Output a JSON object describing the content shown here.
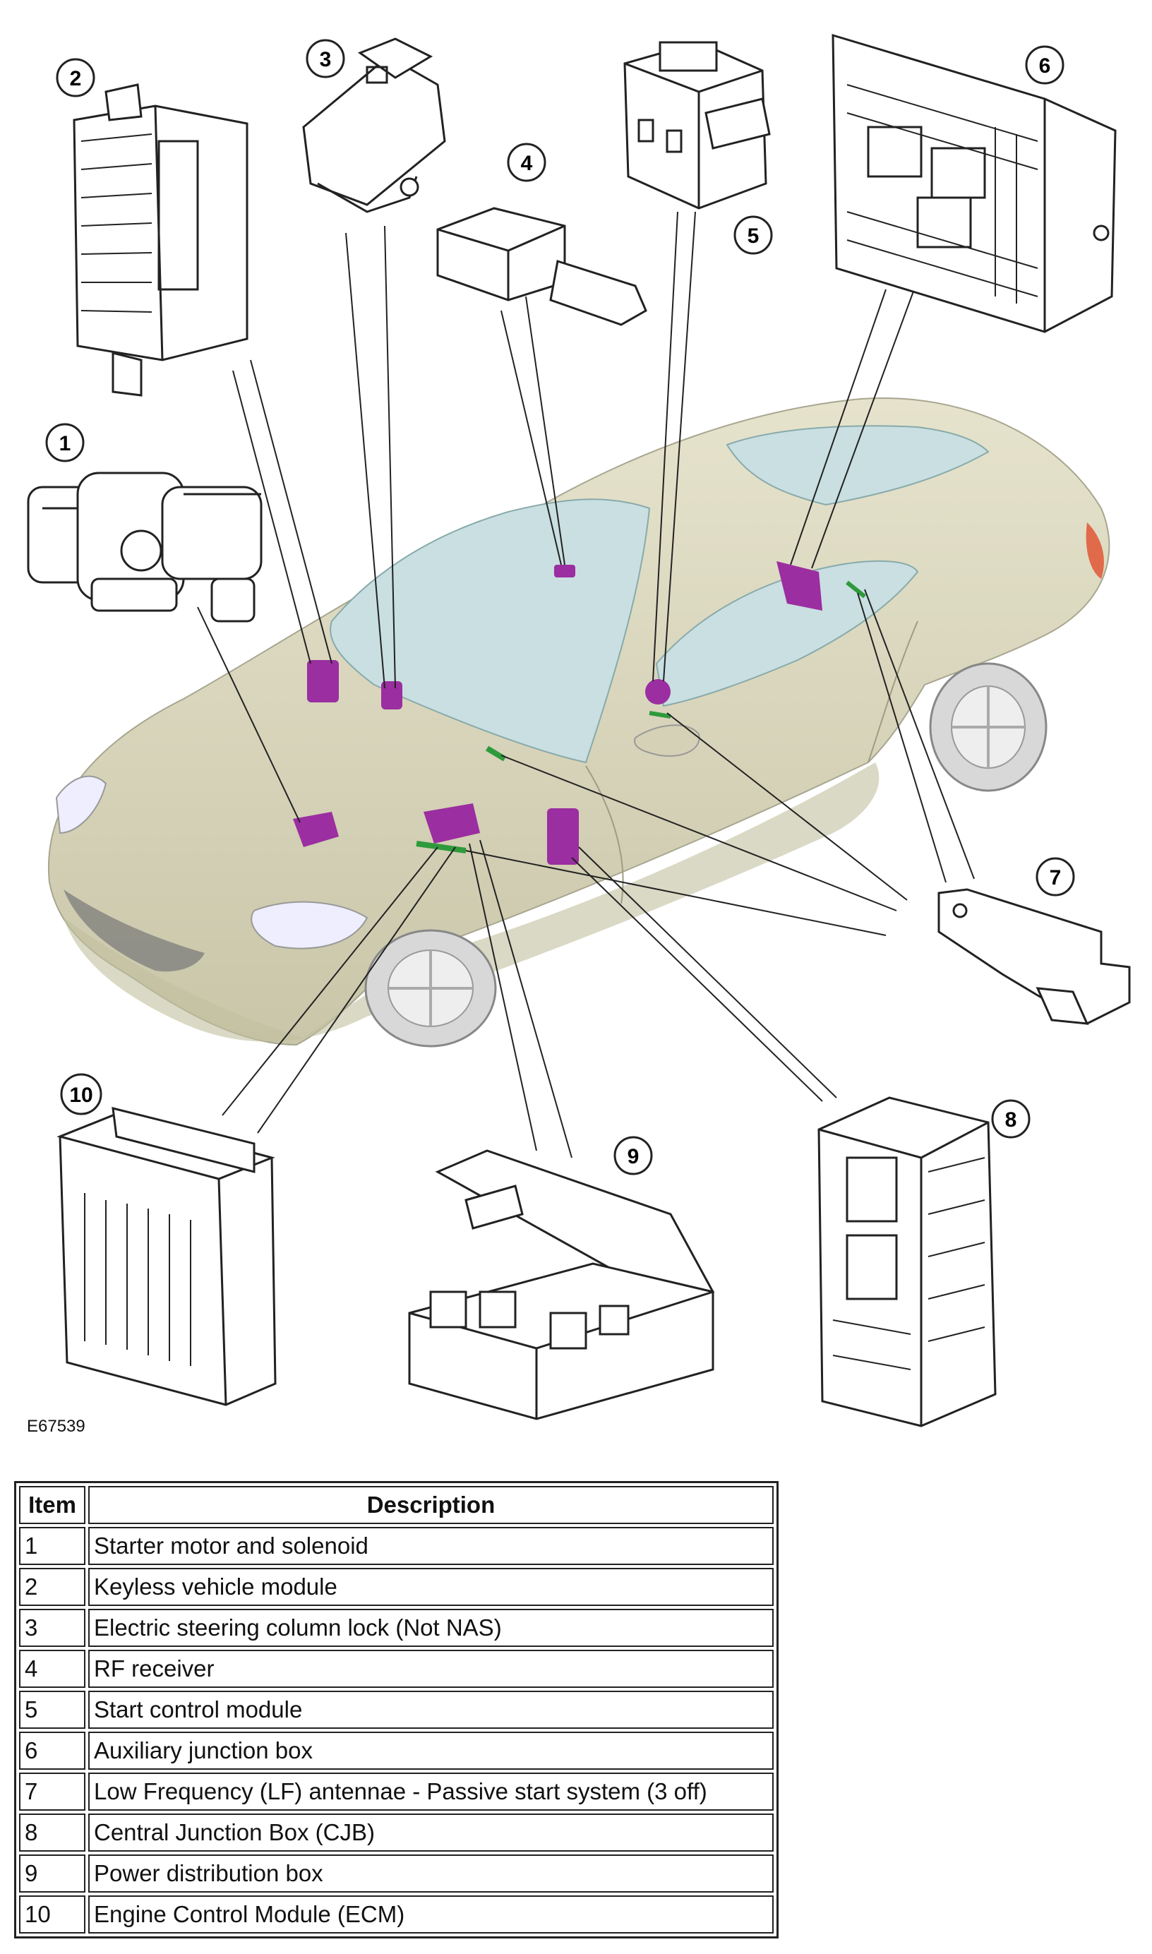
{
  "figure": {
    "code": "E67539",
    "callouts": [
      "1",
      "2",
      "3",
      "4",
      "5",
      "6",
      "7",
      "8",
      "9",
      "10"
    ]
  },
  "colors": {
    "car_body": "#d9d6bd",
    "glass": "#c9dfe2",
    "module_highlight": "#9b2ea0",
    "antenna_highlight": "#2f9a3c",
    "line": "#222222"
  },
  "legend": {
    "headers": {
      "item": "Item",
      "description": "Description"
    },
    "rows": [
      {
        "item": "1",
        "description": "Starter motor and solenoid"
      },
      {
        "item": "2",
        "description": "Keyless vehicle module"
      },
      {
        "item": "3",
        "description": "Electric steering column lock (Not NAS)"
      },
      {
        "item": "4",
        "description": "RF receiver"
      },
      {
        "item": "5",
        "description": "Start control module"
      },
      {
        "item": "6",
        "description": "Auxiliary junction box"
      },
      {
        "item": "7",
        "description": "Low Frequency (LF) antennae - Passive start system (3 off)"
      },
      {
        "item": "8",
        "description": "Central Junction Box (CJB)"
      },
      {
        "item": "9",
        "description": "Power distribution box"
      },
      {
        "item": "10",
        "description": "Engine Control Module (ECM)"
      }
    ]
  }
}
